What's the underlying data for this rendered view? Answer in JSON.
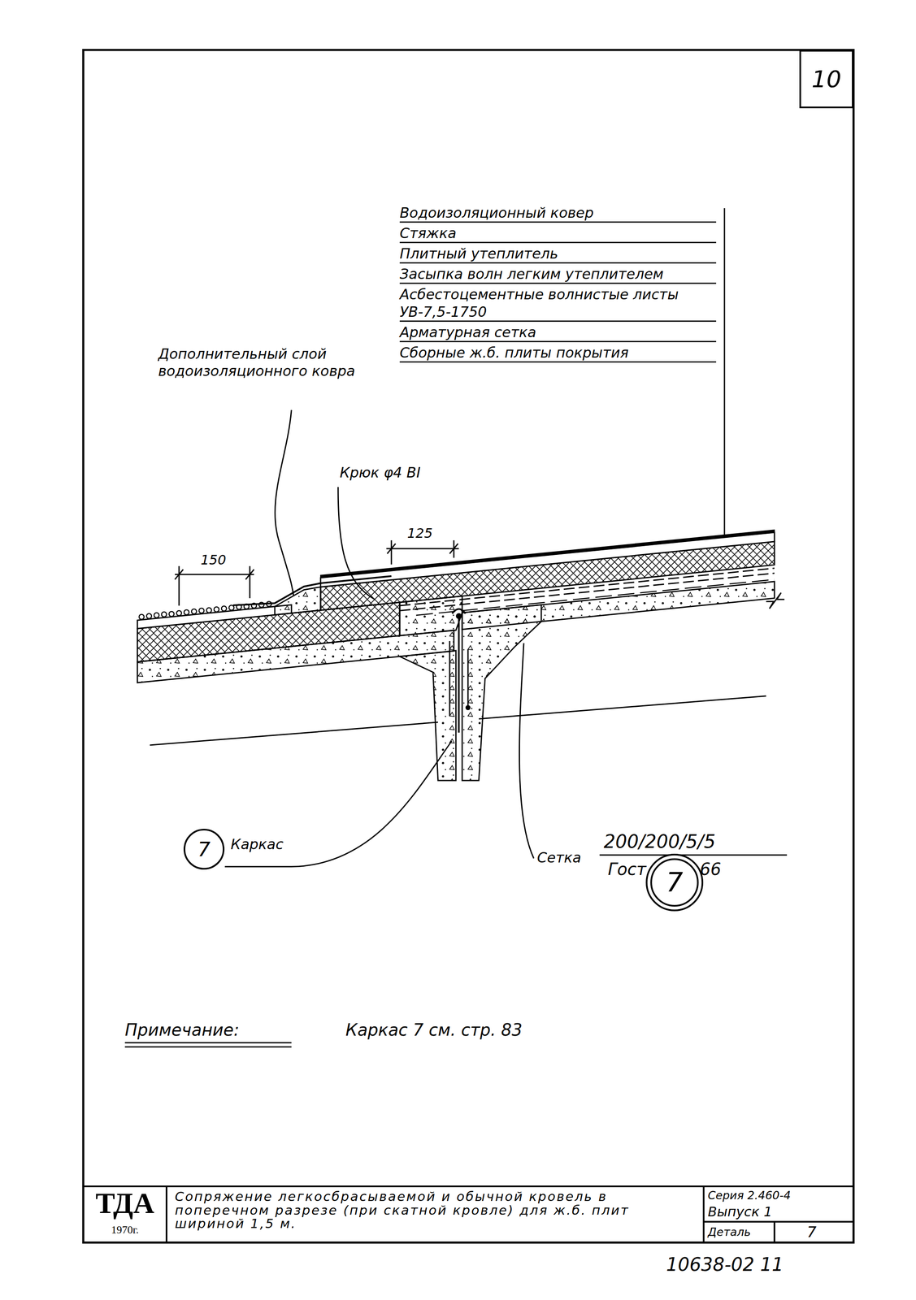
{
  "diagram": {
    "nodes": [
      {
        "text": [
          "10"
        ]
      },
      {
        "text": [
          "7",
          "Каркас"
        ]
      },
      {
        "text": [
          "7"
        ]
      }
    ],
    "labels": [
      "Водоизоляционный ковер",
      "Стяжка",
      "Плитный утеплитель",
      "Засыпка волн легким утеплителем",
      "Асбестоцементные волнистые листы УВ-7,5-1750",
      "Арматурная сетка",
      "Сборные ж.б. плиты покрытия",
      "Дополнительный слой водоизоляционного ковра",
      "Крюк φ4 ВI",
      "150",
      "125",
      "Сетка",
      "200/200/5/5",
      "Гост 8478-66",
      "Примечание:",
      "Каркас 7 см. стр. 83",
      "ТДА",
      "1970г.",
      "Сопряжение легкосбрасываемой и обычной кровель в поперечном разрезе (при скатной кровле) для ж.б. плит шириной 1,5 м.",
      "Серия 2.460-4",
      "Выпуск 1",
      "Деталь",
      "7",
      "10638-02 11"
    ]
  }
}
